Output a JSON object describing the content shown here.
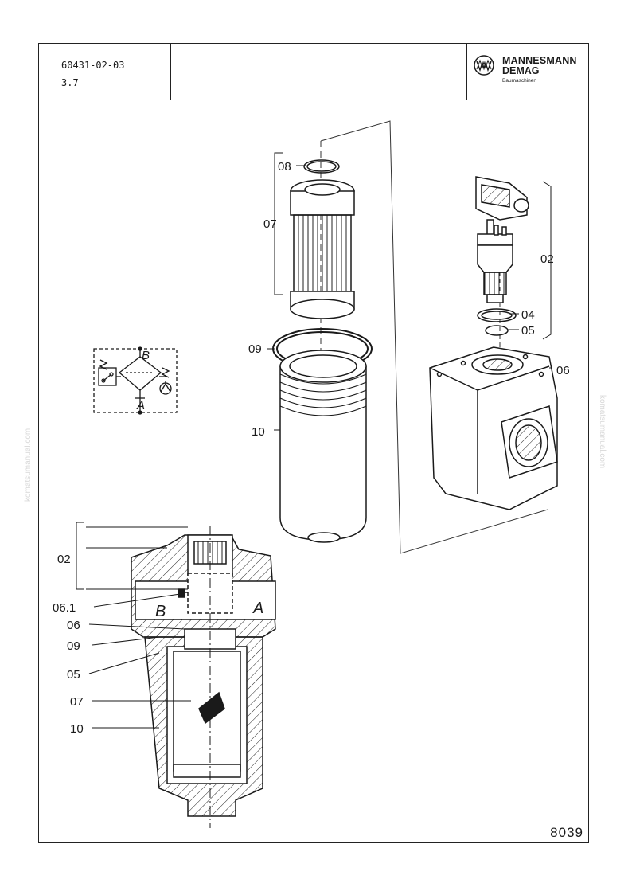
{
  "header": {
    "part_number": "60431-02-03",
    "section": "3.7",
    "brand_line1": "MANNESMANN",
    "brand_line2": "DEMAG",
    "brand_sub": "Baumaschinen"
  },
  "sheet_number": "8039",
  "watermark": "komatsumanual.com",
  "callouts": {
    "c08": "08",
    "c07": "07",
    "c09": "09",
    "c10": "10",
    "c02_right": "02",
    "c04": "04",
    "c05": "05",
    "c06": "06",
    "s02": "02",
    "s061": "06.1",
    "s06": "06",
    "s09": "09",
    "s05": "05",
    "s07": "07",
    "s10": "10"
  },
  "ports": {
    "sym_b": "B",
    "sym_a": "A",
    "sec_b": "B",
    "sec_a": "A"
  }
}
